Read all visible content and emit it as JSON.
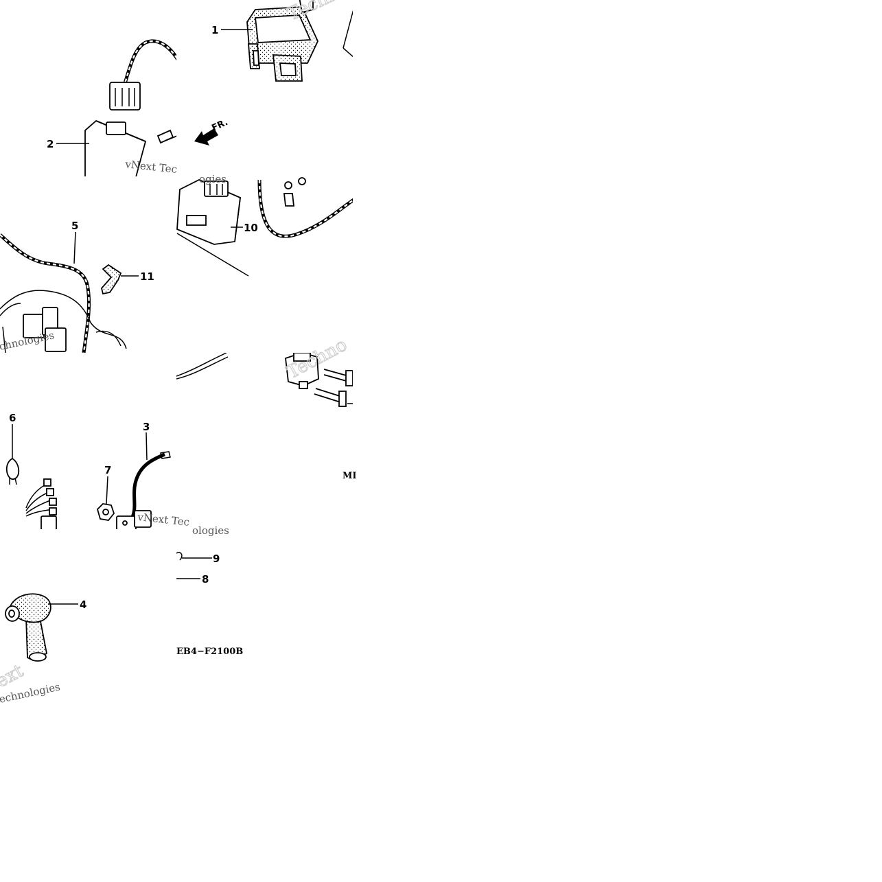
{
  "callouts": {
    "c1": "1",
    "c2": "2",
    "c3": "3",
    "c4": "4",
    "c5": "5",
    "c6": "6",
    "c7": "7",
    "c8": "8",
    "c9": "9",
    "c10": "10",
    "c11": "11"
  },
  "direction_arrow": {
    "label": "FR."
  },
  "diagram_codes": {
    "bottom_left": "EB4−F2100B",
    "right_edge": "MI"
  },
  "watermark_text": {
    "w1": "Techno",
    "w2": "vNext Tec",
    "w3": "ogies",
    "w4": "chnologies",
    "w5": "Techno",
    "w6": "vNext Tec",
    "w7": "ologies",
    "w8": "ext",
    "w9": "echnologies"
  }
}
